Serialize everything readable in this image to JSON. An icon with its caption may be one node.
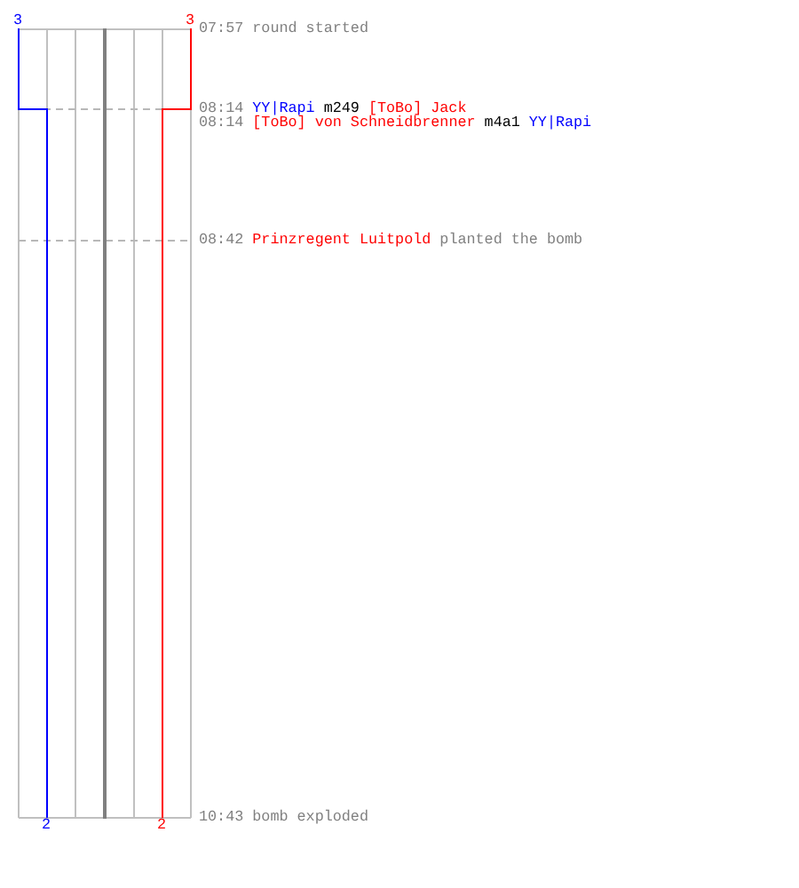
{
  "diagram": {
    "labels": [
      "3",
      "3",
      "07:57",
      "round started",
      "08:14",
      "YY|Rapi",
      "m249",
      "[ToBo] Jack",
      "08:14",
      "[ToBo] von Schneidbrenner",
      "m4a1",
      "YY|Rapi",
      "08:42",
      "Prinzregent Luitpold",
      "planted the bomb",
      "10:43",
      "bomb exploded",
      "2",
      "2"
    ]
  }
}
